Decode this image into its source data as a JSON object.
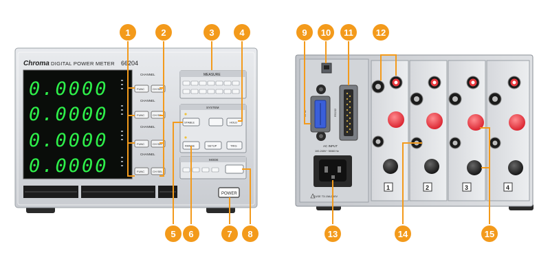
{
  "front_panel": {
    "brand": "Chroma",
    "model_title": "DIGITAL POWER METER",
    "model_number": "66204",
    "display_readings": [
      "0.0000",
      "0.0000",
      "0.0000",
      "0.0000"
    ],
    "channel_labels": [
      "CHANNEL",
      "CHANNEL",
      "CHANNEL",
      "CHANNEL"
    ],
    "func_label": "FUNC",
    "chsel_label": "CH SEL",
    "measure_label": "MEASURE",
    "system_label": "SYSTEM",
    "mode_label": "MODE",
    "stable_label": "STABLE",
    "hold_label": "HOLD",
    "range_label": "RANGE",
    "setup_label": "SETUP",
    "trig_label": "TRIG",
    "power_label": "POWER"
  },
  "rear_panel": {
    "ac_input_label": "AC INPUT",
    "ac_input_spec": "100-240V~ 50/60 Hz",
    "fuse_label": "FUSE T3.15A/250V",
    "gpib_label": "GPIB",
    "port_label": "RS232",
    "module_numbers": [
      "1",
      "2",
      "3",
      "4"
    ]
  },
  "callouts": [
    "1",
    "2",
    "3",
    "4",
    "5",
    "6",
    "7",
    "8",
    "9",
    "10",
    "11",
    "12",
    "13",
    "14",
    "15"
  ],
  "colors": {
    "callout_fill": "#f39a1b",
    "display_digit": "#2ef04a",
    "terminal_red": "#e8383d"
  }
}
